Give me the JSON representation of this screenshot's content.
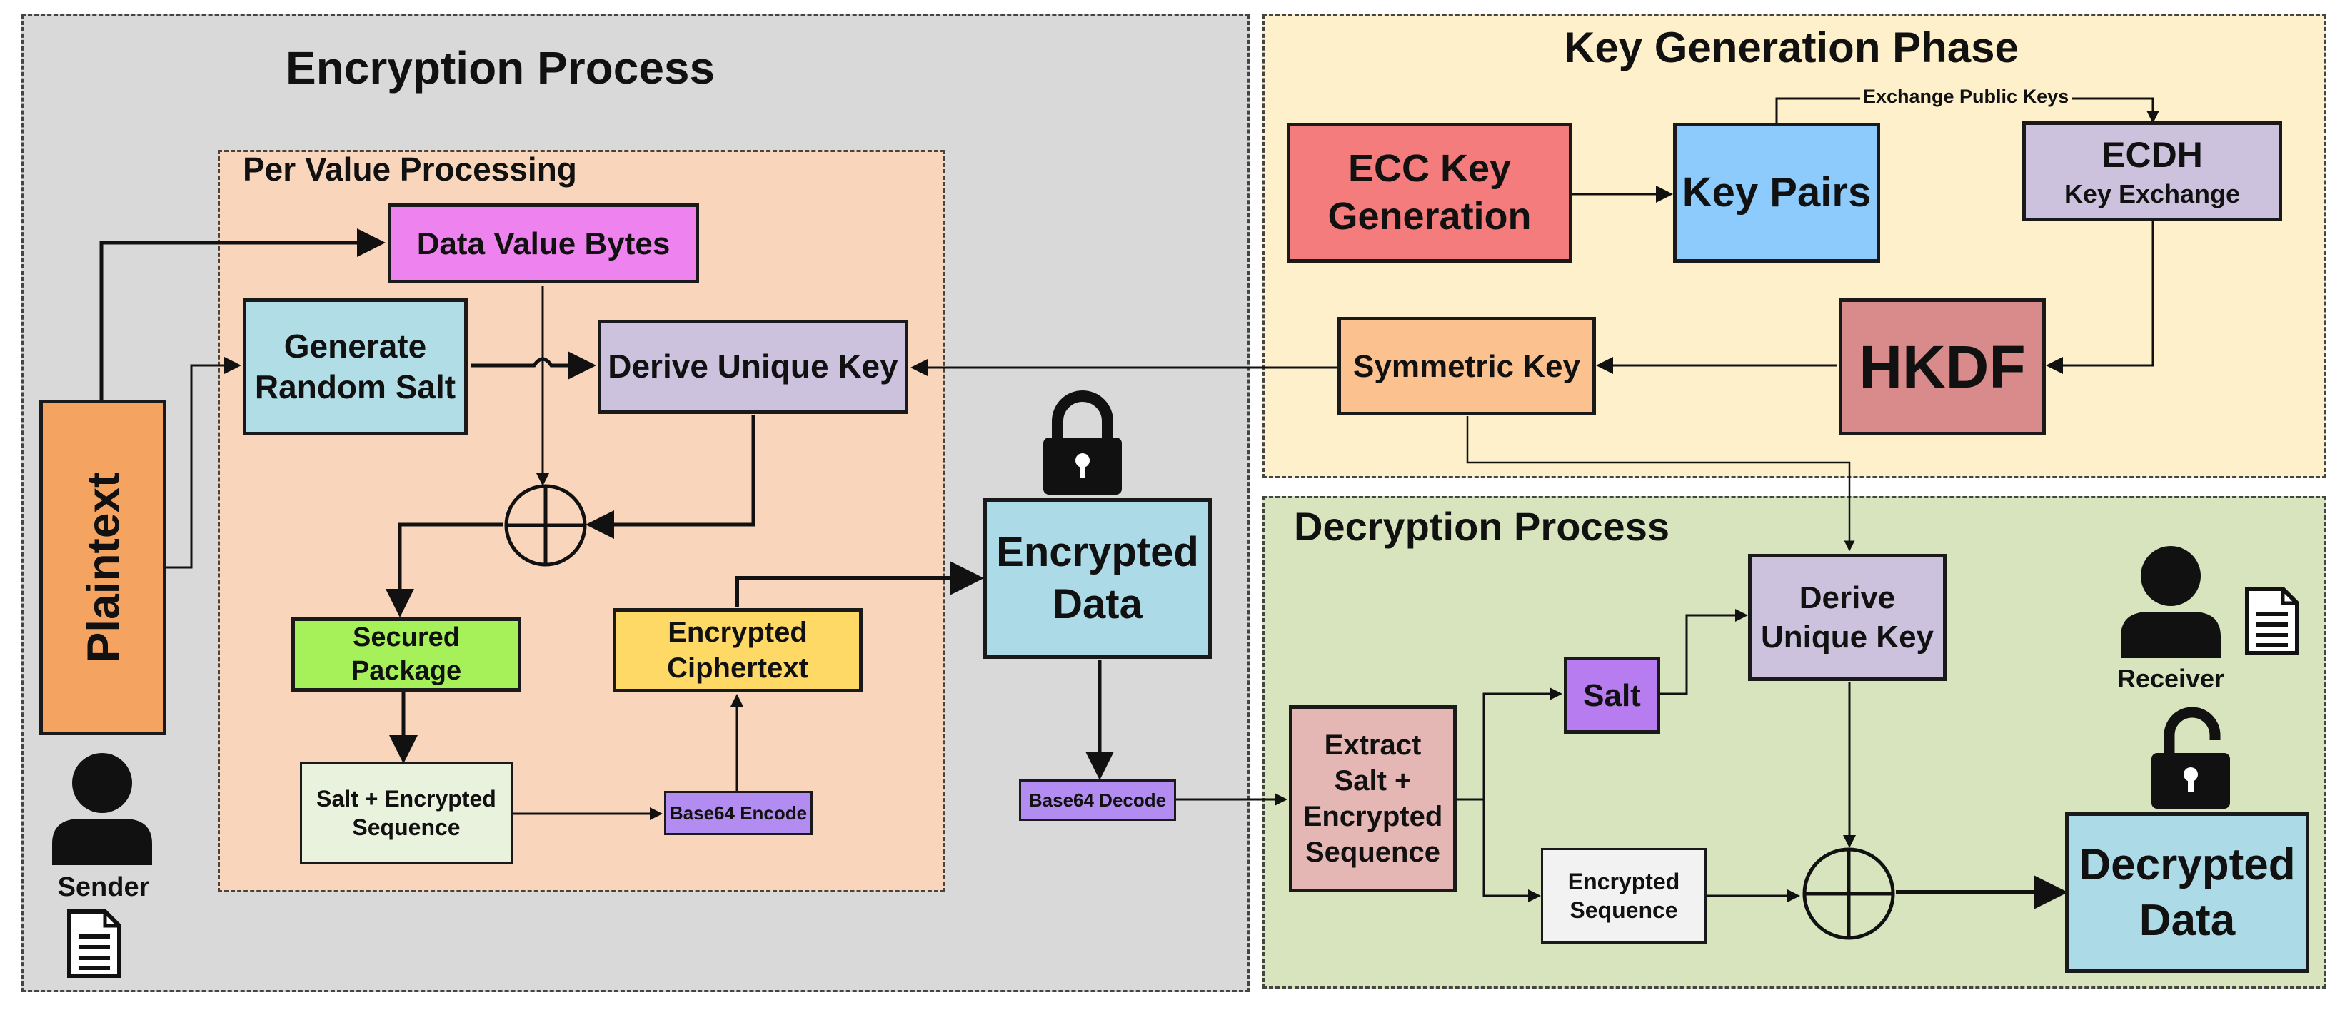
{
  "panels": {
    "encryption_title": "Encryption Process",
    "per_value_title": "Per Value Processing",
    "keygen_title": "Key Generation Phase",
    "decryption_title": "Decryption Process"
  },
  "encryption": {
    "plaintext": "Plaintext",
    "data_value_bytes": "Data Value Bytes",
    "generate_random_salt": "Generate\nRandom Salt",
    "derive_unique_key": "Derive Unique Key",
    "secured_package": "Secured Package",
    "encrypted_ciphertext": "Encrypted\nCiphertext",
    "salt_encrypted_sequence": "Salt + Encrypted\nSequence",
    "base64_encode": "Base64 Encode",
    "encrypted_data": "Encrypted\nData",
    "sender_label": "Sender"
  },
  "keygen": {
    "ecc_key_generation": "ECC  Key\nGeneration",
    "key_pairs": "Key Pairs",
    "ecdh_title": "ECDH",
    "ecdh_subtitle": "Key Exchange",
    "exchange_public_keys": "Exchange Public Keys",
    "hkdf": "HKDF",
    "symmetric_key": "Symmetric Key"
  },
  "decryption": {
    "base64_decode": "Base64 Decode",
    "extract": "Extract\nSalt +\nEncrypted\nSequence",
    "salt": "Salt",
    "derive_unique_key": "Derive\nUnique Key",
    "encrypted_sequence": "Encrypted\nSequence",
    "decrypted_data": "Decrypted\nData",
    "receiver_label": "Receiver"
  },
  "colors": {
    "encryption_panel": "#d9d9d9",
    "per_value_panel": "#f9d5bb",
    "keygen_panel": "#fdf0cb",
    "decryption_panel": "#d7e4bd",
    "plaintext": "#f4a460",
    "data_value_bytes": "#ee82ee",
    "generate_salt": "#b0dde6",
    "derive_key": "#ccc2de",
    "secured_package": "#a6f05a",
    "ciphertext": "#ffd966",
    "salt_sequence": "#e9f2dc",
    "base64": "#b28cf0",
    "encrypted_data": "#acdae6",
    "ecc": "#f47c7c",
    "key_pairs": "#8ccbfb",
    "ecdh": "#ccc2de",
    "hkdf": "#d98a8a",
    "symmetric_key": "#fbc18f",
    "extract": "#e4b6b4",
    "salt": "#b77cef",
    "encrypted_sequence": "#f2f2f2",
    "decrypted_data": "#acdae6"
  },
  "icons": [
    "person-icon",
    "document-icon",
    "lock-closed-icon",
    "lock-open-icon",
    "xor-icon"
  ]
}
